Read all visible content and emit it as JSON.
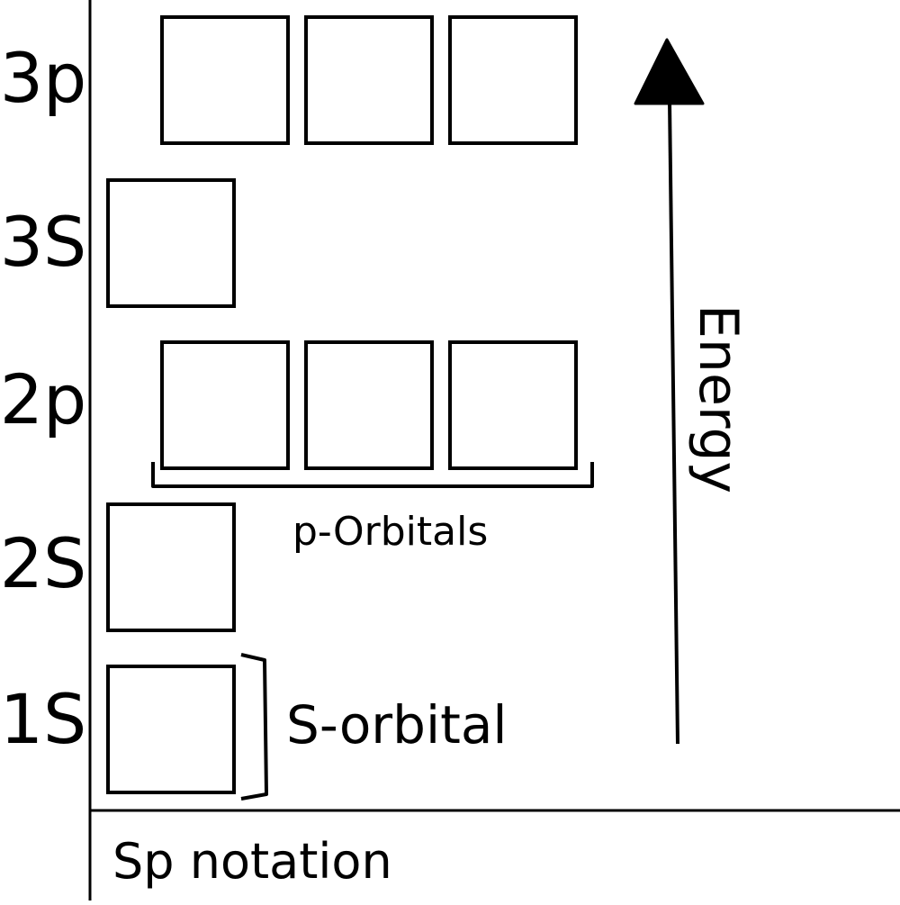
{
  "levels": [
    {
      "label": "3p"
    },
    {
      "label": "3S"
    },
    {
      "label": "2p"
    },
    {
      "label": "2S"
    },
    {
      "label": "1S"
    }
  ],
  "labels": {
    "p_orbitals": "p-Orbitals",
    "s_orbital": "S-orbital",
    "energy": "Energy",
    "notation": "Sp notation"
  }
}
